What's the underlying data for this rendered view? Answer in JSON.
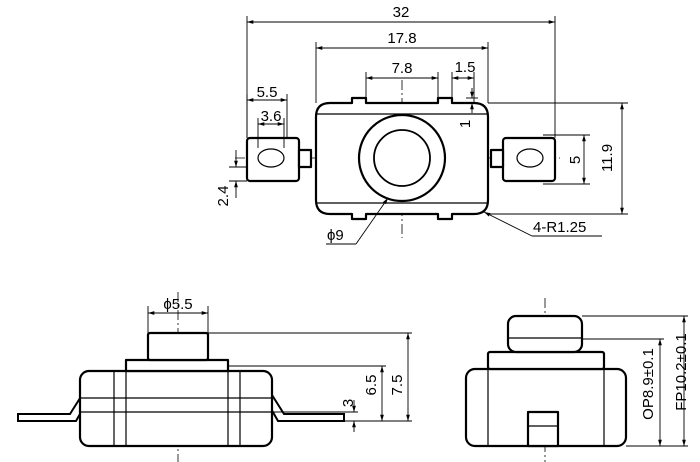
{
  "top_view": {
    "overall_width": "32",
    "body_width": "17.8",
    "inner_width": "7.8",
    "step_width": "1.5",
    "step_height": "1",
    "tab_width": "5.5",
    "tab_inner_width": "3.6",
    "tab_height": "2.4",
    "hole_height": "5",
    "body_height": "11.9",
    "corner_radius": "4-R1.25",
    "button_diameter": "ϕ9"
  },
  "side_view": {
    "button_diameter": "ϕ5.5",
    "pin_height": "3",
    "body_height": "6.5",
    "total_height": "7.5"
  },
  "end_view": {
    "operating_position": "OP8.9±0.1",
    "free_position": "FP10.2±0.1"
  }
}
